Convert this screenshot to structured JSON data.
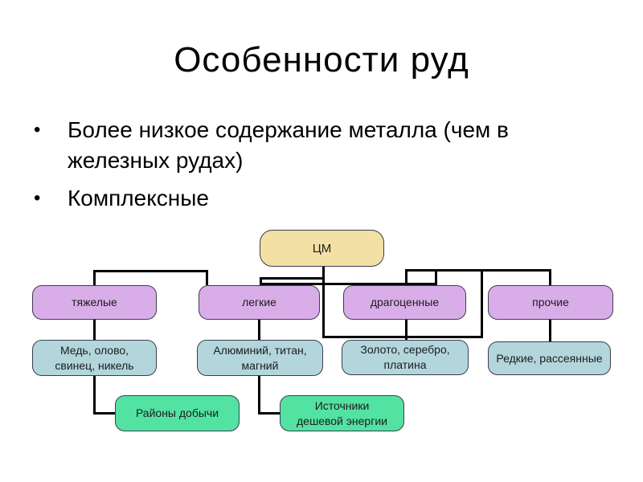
{
  "slide": {
    "title": "Особенности руд",
    "bullet_char": "•",
    "bullets": [
      "Более низкое содержание металла (чем в железных рудах)",
      "Комплексные"
    ]
  },
  "diagram": {
    "root": {
      "label": "ЦМ"
    },
    "categories": [
      {
        "label": "тяжелые"
      },
      {
        "label": "легкие"
      },
      {
        "label": "драгоценные"
      },
      {
        "label": "прочие"
      }
    ],
    "compositions": [
      {
        "lines": [
          "Медь, олово,",
          "свинец, никель"
        ]
      },
      {
        "lines": [
          "Алюминий, титан,",
          "магний"
        ]
      },
      {
        "lines": [
          "Золото, серебро,",
          "платина"
        ]
      },
      {
        "lines": [
          "Редкие, рассеянные"
        ]
      }
    ],
    "leaves": [
      {
        "lines": [
          "Районы добычи"
        ]
      },
      {
        "lines": [
          "Источники",
          "дешевой энергии"
        ]
      }
    ]
  },
  "colors": {
    "background": "#ffffff",
    "text": "#000000",
    "root_fill": "#f2e0a4",
    "category_fill": "#d9aee8",
    "composition_fill": "#b2d6dc",
    "leaf_fill": "#52e2a2",
    "box_border": "#3c3c50",
    "connector": "#000000"
  }
}
